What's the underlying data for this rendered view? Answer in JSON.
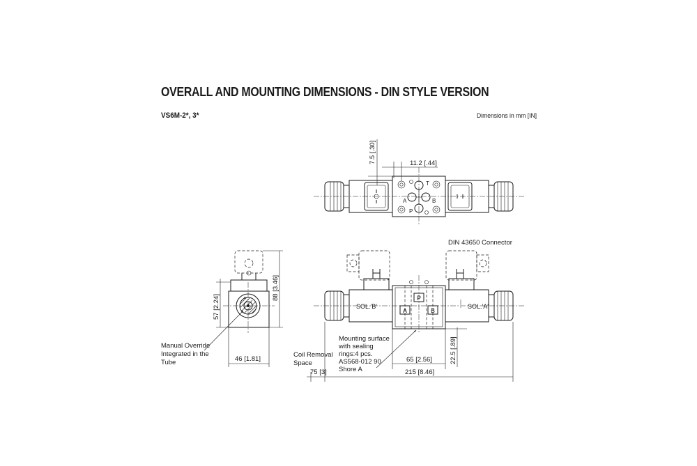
{
  "header": {
    "title": "OVERALL AND MOUNTING DIMENSIONS - DIN STYLE VERSION",
    "model": "VS6M-2*, 3*",
    "units_note": "Dimensions in mm [IN]"
  },
  "top_view": {
    "dim_height": "7.5 [.30]",
    "dim_width": "11.2 [.44]",
    "port_t": "T",
    "port_a": "A",
    "port_b": "B",
    "port_p": "P"
  },
  "front_view": {
    "connector_label": "DIN 43650 Connector",
    "sol_b": "SOL.'B'",
    "sol_a": "SOL.'A'",
    "port_p": "P",
    "port_a": "A",
    "port_b": "B",
    "dim_bottom_height": "22.5 [.89]",
    "dim_65": "65 [2.56]",
    "dim_75": "75 [3]",
    "dim_215": "215 [8.46]",
    "coil_removal_line1": "Coil Removal",
    "coil_removal_line2": "Space",
    "mount_line1": "Mounting surface",
    "mount_line2": "with sealing",
    "mount_line3": "rings:4 pcs.",
    "mount_line4": "AS568-012 90",
    "mount_line5": "Shore A"
  },
  "side_view": {
    "dim_88": "88 [3.46]",
    "dim_57": "57 [2.24]",
    "dim_46": "46 [1.81]",
    "override_line1": "Manual Override",
    "override_line2": "Integrated in the",
    "override_line3": "Tube"
  }
}
